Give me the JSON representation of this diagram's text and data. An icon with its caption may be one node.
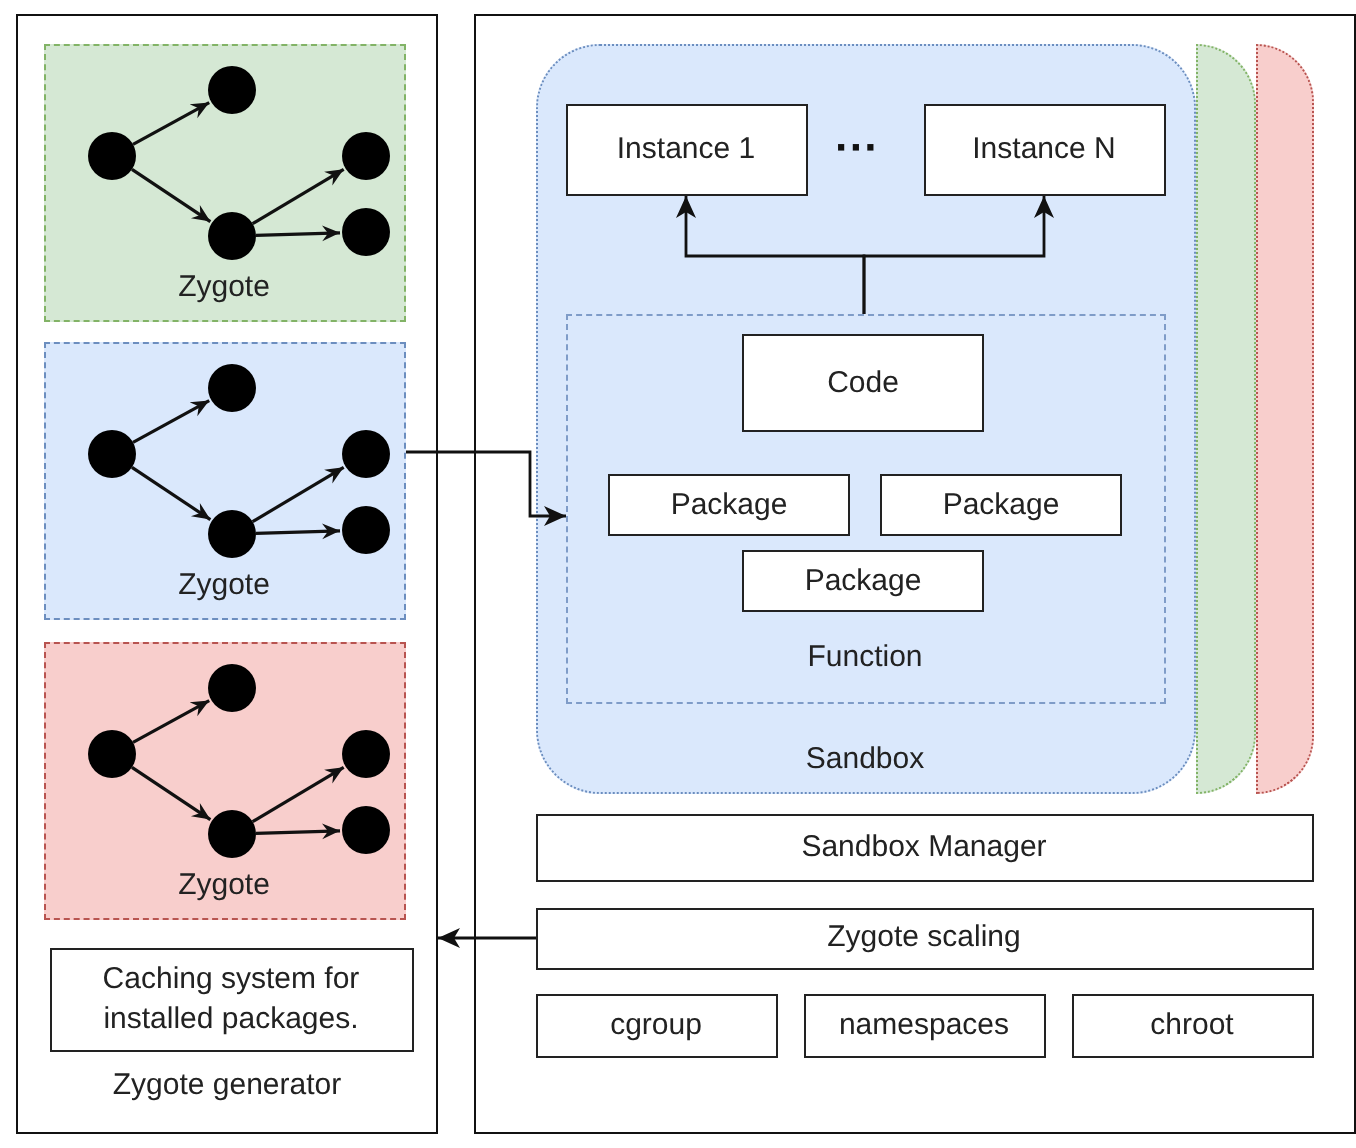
{
  "diagram": {
    "nodes": [
      {
        "text": [
          "Zygote generator"
        ]
      },
      {
        "text": [
          "Zygote"
        ],
        "in": 0
      },
      {
        "text": [
          "Zygote"
        ],
        "in": 0
      },
      {
        "text": [
          "Zygote"
        ],
        "in": 0
      },
      {
        "text": [
          "Caching system for installed packages."
        ],
        "in": 0
      },
      {
        "text": [],
        "shape": "box"
      },
      {
        "text": [
          "Sandbox"
        ],
        "in": 5
      },
      {
        "text": [
          "Instance 1"
        ],
        "in": 6
      },
      {
        "text": [
          "Instance N"
        ],
        "in": 6
      },
      {
        "text": [
          "Function"
        ],
        "in": 6
      },
      {
        "text": [
          "Code"
        ],
        "in": 9
      },
      {
        "text": [
          "Package"
        ],
        "in": 9
      },
      {
        "text": [
          "Package"
        ],
        "in": 9
      },
      {
        "text": [
          "Package"
        ],
        "in": 9
      },
      {
        "text": [],
        "shape": "box",
        "in": 5
      },
      {
        "text": [],
        "shape": "box",
        "in": 5
      },
      {
        "text": [
          "Sandbox Manager"
        ],
        "in": 5
      },
      {
        "text": [
          "Zygote scaling"
        ],
        "in": 5
      },
      {
        "text": [
          "cgroup"
        ],
        "in": 5
      },
      {
        "text": [
          "namespaces"
        ],
        "in": 5
      },
      {
        "text": [
          "chroot"
        ],
        "in": 5
      }
    ],
    "edges": [
      {
        "from": 9,
        "to": 7,
        "arrow": "to"
      },
      {
        "from": 9,
        "to": 8,
        "arrow": "to"
      },
      {
        "from": 2,
        "to": 9,
        "arrow": "to"
      },
      {
        "from": 17,
        "to": 0,
        "arrow": "to"
      }
    ],
    "labels": [
      "···"
    ]
  }
}
